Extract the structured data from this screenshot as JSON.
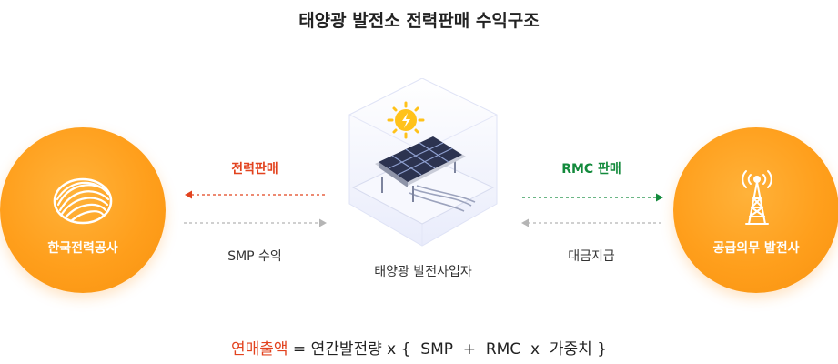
{
  "title": "태양광 발전소 전력판매 수익구조",
  "left_entity": {
    "label": "한국전력공사",
    "icon": "kepco-logo-icon"
  },
  "right_entity": {
    "label": "공급의무 발전사",
    "icon": "transmission-tower-icon"
  },
  "center_entity": {
    "label": "태양광 발전사업자",
    "icon": "solar-panel-icon"
  },
  "left_flow": {
    "top_label": "전력판매",
    "bottom_label": "SMP 수익"
  },
  "right_flow": {
    "top_label": "RMC 판매",
    "bottom_label": "대금지급"
  },
  "formula": {
    "highlight": "연매출액",
    "rest": " = 연간발전량 x {  SMP  +  RMC  x  가중치 }"
  },
  "colors": {
    "orange": "#ff9f1c",
    "red": "#e2431f",
    "green": "#138a3c",
    "gray_arrow": "#b5b5b5"
  }
}
